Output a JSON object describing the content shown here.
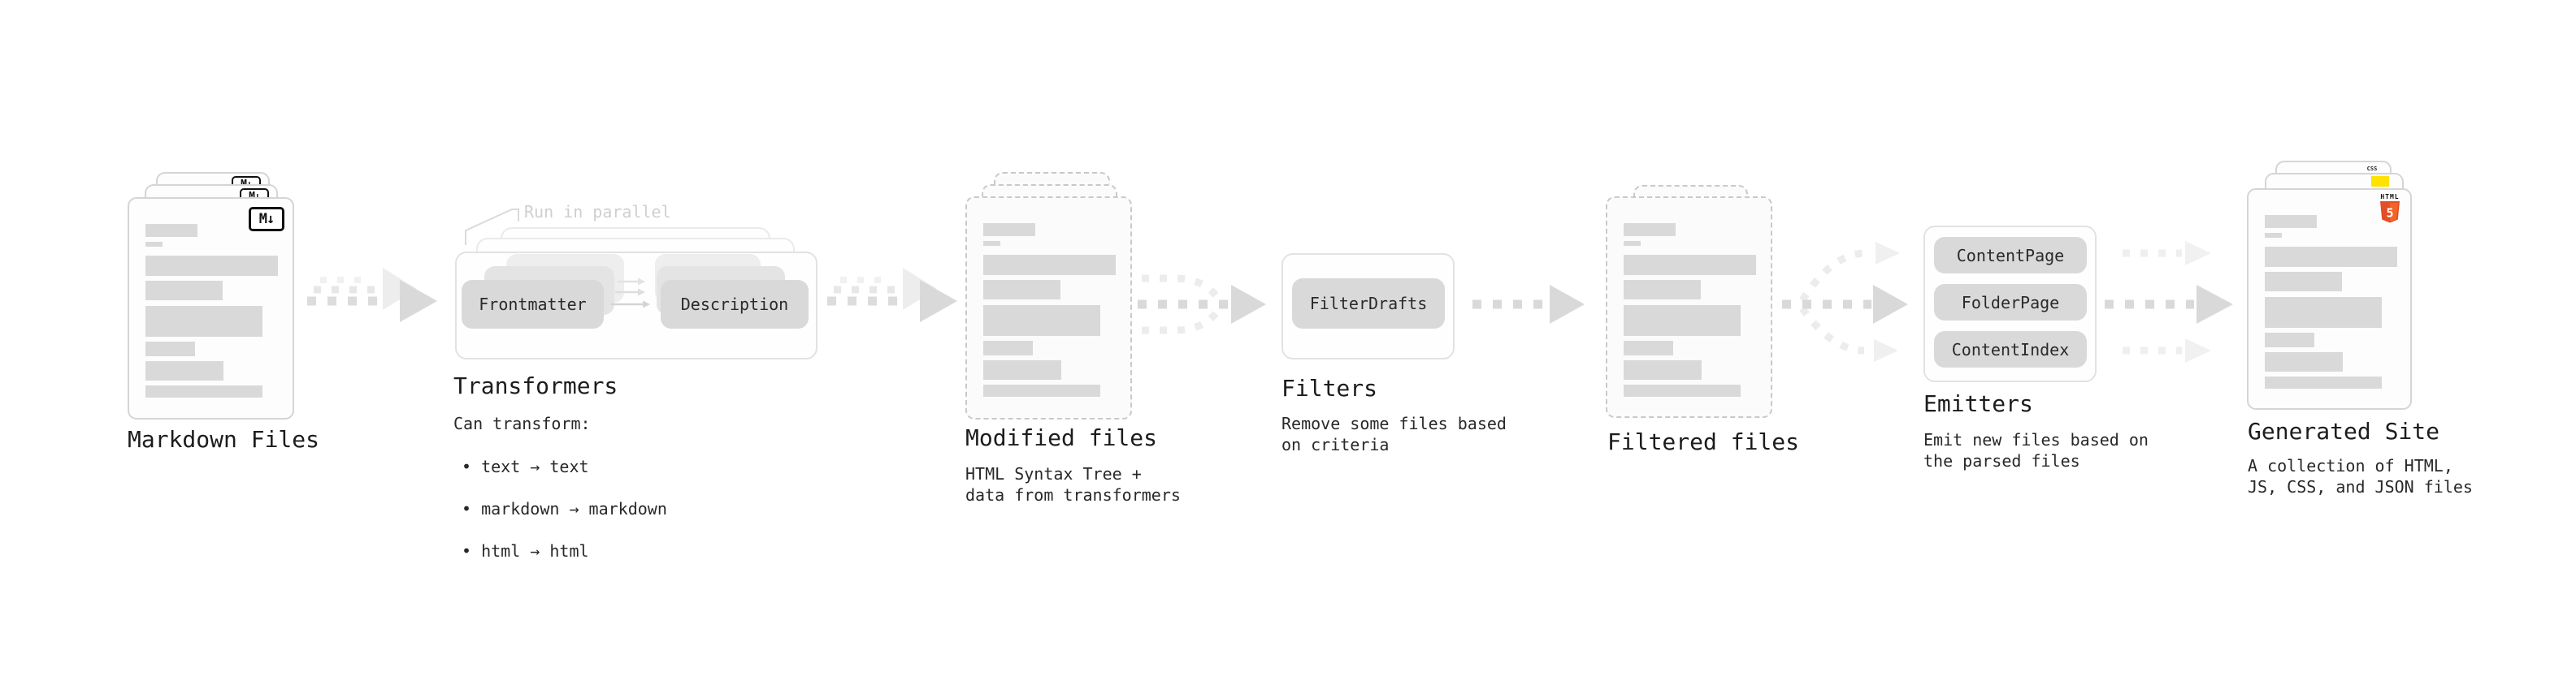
{
  "nodes": {
    "markdown_files": {
      "label": "Markdown Files",
      "badge": "M↓"
    },
    "transformers": {
      "title": "Transformers",
      "annotation": "Run in parallel",
      "pill_left": "Frontmatter",
      "pill_right": "Description",
      "desc_heading": "Can transform:",
      "bullets": [
        "• text → text",
        "• markdown → markdown",
        "• html → html"
      ]
    },
    "modified_files": {
      "title": "Modified files",
      "description": "HTML Syntax Tree +\ndata from transformers"
    },
    "filters": {
      "title": "Filters",
      "pill": "FilterDrafts",
      "description": "Remove some files based\non criteria"
    },
    "filtered_files": {
      "title": "Filtered files"
    },
    "emitters": {
      "title": "Emitters",
      "pills": [
        "ContentPage",
        "FolderPage",
        "ContentIndex"
      ],
      "description": "Emit new files based on\nthe parsed files"
    },
    "generated_site": {
      "title": "Generated Site",
      "description": "A collection of HTML,\nJS, CSS, and JSON files",
      "css_badge": "CSS",
      "html_badge_label": "HTML",
      "html_badge_number": "5"
    }
  },
  "colors": {
    "placeholder_bar": "#d9d9d9",
    "pill": "#d9d9d9",
    "dash": "#d9d9d9",
    "dash_light": "#ececec",
    "annotation_text": "#cfcfcf",
    "text": "#1c1c1c",
    "css_blue": "#2760e5",
    "js_yellow": "#ffe300",
    "html5_orange": "#e44d26",
    "html5_orange_light": "#f16529"
  }
}
